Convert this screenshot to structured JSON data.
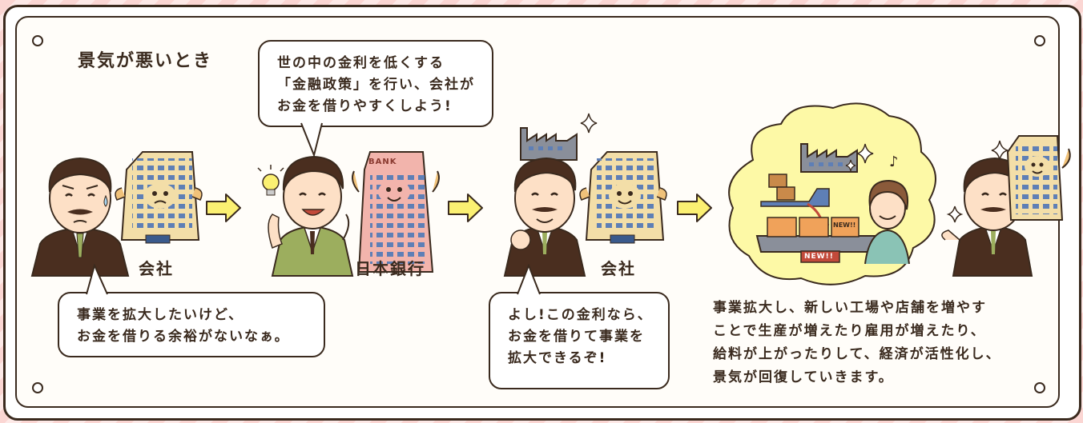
{
  "title": "景気が悪いとき",
  "bubbles": {
    "boj_speech": "世の中の金利を低くする\n「金融政策」を行い、会社が\nお金を借りやすくしよう!",
    "worried_speech": "事業を拡大したいけど、\nお金を借りる余裕がないなぁ。",
    "happy_speech": "よし!この金利なら、\nお金を借りて事業を\n拡大できるぞ!"
  },
  "labels": {
    "company_1": "会社",
    "bank": "日本銀行",
    "company_2": "会社",
    "bank_sign": "BANK",
    "new_sign": "NEW!!",
    "new_tag": "NEW!!"
  },
  "conclusion": "事業拡大し、新しい工場や店舗を増やす\nことで生産が増えたり雇用が増えたり、\n給料が上がったりして、経済が活性化し、\n景気が回復していきます。",
  "colors": {
    "suit": "#4a2e1f",
    "jacket_green": "#9cae5e",
    "arrow_fill": "#fbf072",
    "building": "#f3dea8",
    "window": "#5e7fb6",
    "bank_building": "#f2b4ac",
    "cloud": "#fdf9a6",
    "outline": "#3a2a1e"
  },
  "icons": [
    "lightbulb-icon",
    "factory-icon",
    "sparkle-icon",
    "music-note-icon",
    "arrow-icon"
  ]
}
